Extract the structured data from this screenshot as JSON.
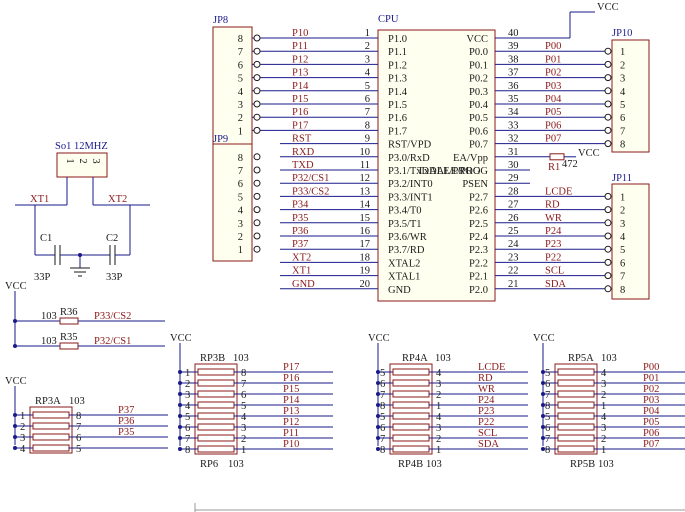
{
  "cpu": {
    "title": "CPU",
    "left_pins": [
      {
        "num": "1",
        "name": "P1.0",
        "net": "P10"
      },
      {
        "num": "2",
        "name": "P1.1",
        "net": "P11"
      },
      {
        "num": "3",
        "name": "P1.2",
        "net": "P12"
      },
      {
        "num": "4",
        "name": "P1.3",
        "net": "P13"
      },
      {
        "num": "5",
        "name": "P1.4",
        "net": "P14"
      },
      {
        "num": "6",
        "name": "P1.5",
        "net": "P15"
      },
      {
        "num": "7",
        "name": "P1.6",
        "net": "P16"
      },
      {
        "num": "8",
        "name": "P1.7",
        "net": "P17"
      },
      {
        "num": "9",
        "name": "RST/VPD",
        "net": "RST"
      },
      {
        "num": "10",
        "name": "P3.0/RxD",
        "net": "RXD"
      },
      {
        "num": "11",
        "name": "P3.1/TxDALE/PROG",
        "net": "TXD"
      },
      {
        "num": "12",
        "name": "P3.2/INT0",
        "net": "P32/CS1"
      },
      {
        "num": "13",
        "name": "P3.3/INT1",
        "net": "P33/CS2"
      },
      {
        "num": "14",
        "name": "P3.4/T0",
        "net": "P34"
      },
      {
        "num": "15",
        "name": "P3.5/T1",
        "net": "P35"
      },
      {
        "num": "16",
        "name": "P3.6/WR",
        "net": "P36"
      },
      {
        "num": "17",
        "name": "P3.7/RD",
        "net": "P37"
      },
      {
        "num": "18",
        "name": "XTAL2",
        "net": "XT2"
      },
      {
        "num": "19",
        "name": "XTAL1",
        "net": "XT1"
      },
      {
        "num": "20",
        "name": "GND",
        "net": "GND"
      }
    ],
    "right_pins": [
      {
        "num": "40",
        "name": "VCC",
        "net": ""
      },
      {
        "num": "39",
        "name": "P0.0",
        "net": "P00"
      },
      {
        "num": "38",
        "name": "P0.1",
        "net": "P01"
      },
      {
        "num": "37",
        "name": "P0.2",
        "net": "P02"
      },
      {
        "num": "36",
        "name": "P0.3",
        "net": "P03"
      },
      {
        "num": "35",
        "name": "P0.4",
        "net": "P04"
      },
      {
        "num": "34",
        "name": "P0.5",
        "net": "P05"
      },
      {
        "num": "33",
        "name": "P0.6",
        "net": "P06"
      },
      {
        "num": "32",
        "name": "P0.7",
        "net": "P07"
      },
      {
        "num": "31",
        "name": "EA/Vpp",
        "net": ""
      },
      {
        "num": "30",
        "name": "TxDALE/PROG",
        "net": ""
      },
      {
        "num": "29",
        "name": "PSEN",
        "net": ""
      },
      {
        "num": "28",
        "name": "P2.7",
        "net": "LCDE"
      },
      {
        "num": "27",
        "name": "P2.6",
        "net": "RD"
      },
      {
        "num": "26",
        "name": "P2.5",
        "net": "WR"
      },
      {
        "num": "25",
        "name": "P2.4",
        "net": "P24"
      },
      {
        "num": "24",
        "name": "P2.3",
        "net": "P23"
      },
      {
        "num": "23",
        "name": "P2.2",
        "net": "P22"
      },
      {
        "num": "22",
        "name": "P2.1",
        "net": "SCL"
      },
      {
        "num": "21",
        "name": "P2.0",
        "net": "SDA"
      }
    ]
  },
  "vcc_top": "VCC",
  "vcc_ea": "VCC",
  "r1": {
    "ref": "R1",
    "value": "472"
  },
  "jp8": {
    "ref": "JP8",
    "pins": [
      "8",
      "7",
      "6",
      "5",
      "4",
      "3",
      "2",
      "1"
    ]
  },
  "jp9": {
    "ref": "JP9",
    "pins": [
      "8",
      "7",
      "6",
      "5",
      "4",
      "3",
      "2",
      "1"
    ]
  },
  "jp10": {
    "ref": "JP10",
    "pins": [
      "1",
      "2",
      "3",
      "4",
      "5",
      "6",
      "7",
      "8"
    ]
  },
  "jp11": {
    "ref": "JP11",
    "pins": [
      "1",
      "2",
      "3",
      "4",
      "5",
      "6",
      "7",
      "8"
    ]
  },
  "crystal": {
    "ref": "So1 12MHZ",
    "pins": [
      "1",
      "2",
      "3"
    ],
    "xt1": "XT1",
    "xt2": "XT2"
  },
  "caps": [
    {
      "ref": "C1",
      "value": "33P"
    },
    {
      "ref": "C2",
      "value": "33P"
    }
  ],
  "pullups": {
    "vcc": "VCC",
    "items": [
      {
        "value": "103",
        "ref": "R36",
        "net": "P33/CS2"
      },
      {
        "value": "103",
        "ref": "R35",
        "net": "P32/CS1"
      }
    ]
  },
  "rp3a": {
    "vcc": "VCC",
    "ref": "RP3A",
    "value": "103",
    "left": [
      "1",
      "2",
      "3",
      "4"
    ],
    "right": [
      "8",
      "7",
      "6",
      "5"
    ],
    "nets": [
      "P37",
      "P36",
      "P35",
      ""
    ]
  },
  "rp3b": {
    "vcc": "VCC",
    "ref": "RP3B",
    "value": "103",
    "ref2": "RP6",
    "value2": "103",
    "left": [
      "1",
      "2",
      "3",
      "4",
      "5",
      "6",
      "7",
      "8"
    ],
    "right": [
      "8",
      "7",
      "6",
      "5",
      "4",
      "3",
      "2",
      "1"
    ],
    "nets": [
      "P17",
      "P16",
      "P15",
      "P14",
      "P13",
      "P12",
      "P11",
      "P10"
    ]
  },
  "rp4a": {
    "vcc": "VCC",
    "ref": "RP4A",
    "value": "103",
    "ref2": "RP4B",
    "value2": "103",
    "left": [
      "5",
      "6",
      "7",
      "8",
      "5",
      "6",
      "7",
      "8"
    ],
    "right": [
      "4",
      "3",
      "2",
      "1",
      "4",
      "3",
      "2",
      "1"
    ],
    "nets": [
      "LCDE",
      "RD",
      "WR",
      "P24",
      "P23",
      "P22",
      "SCL",
      "SDA"
    ]
  },
  "rp5a": {
    "vcc": "VCC",
    "ref": "RP5A",
    "value": "103",
    "ref2": "RP5B",
    "value2": "103",
    "left": [
      "5",
      "6",
      "7",
      "8",
      "5",
      "6",
      "7",
      "8"
    ],
    "right": [
      "4",
      "3",
      "2",
      "1",
      "4",
      "3",
      "2",
      "1"
    ],
    "nets": [
      "P00",
      "P01",
      "P02",
      "P03",
      "P04",
      "P05",
      "P06",
      "P07"
    ]
  }
}
